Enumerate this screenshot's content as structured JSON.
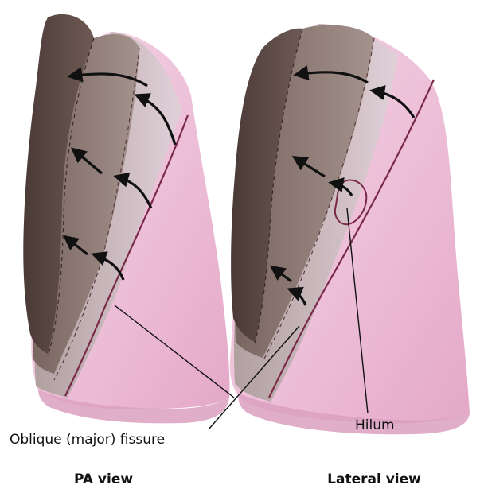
{
  "labels": {
    "fissure": "Oblique (major) fissure",
    "hilum": "Hilum",
    "pa_view": "PA view",
    "lateral_view": "Lateral view"
  },
  "colors": {
    "dark_lobe": "#5a4640",
    "mid_lobe": "#8a7670",
    "light_lobe": "#b8a8a8",
    "pink_lobe": "#f0c8dc",
    "fissure_line": "#7a2a48",
    "arrow": "#111111"
  }
}
